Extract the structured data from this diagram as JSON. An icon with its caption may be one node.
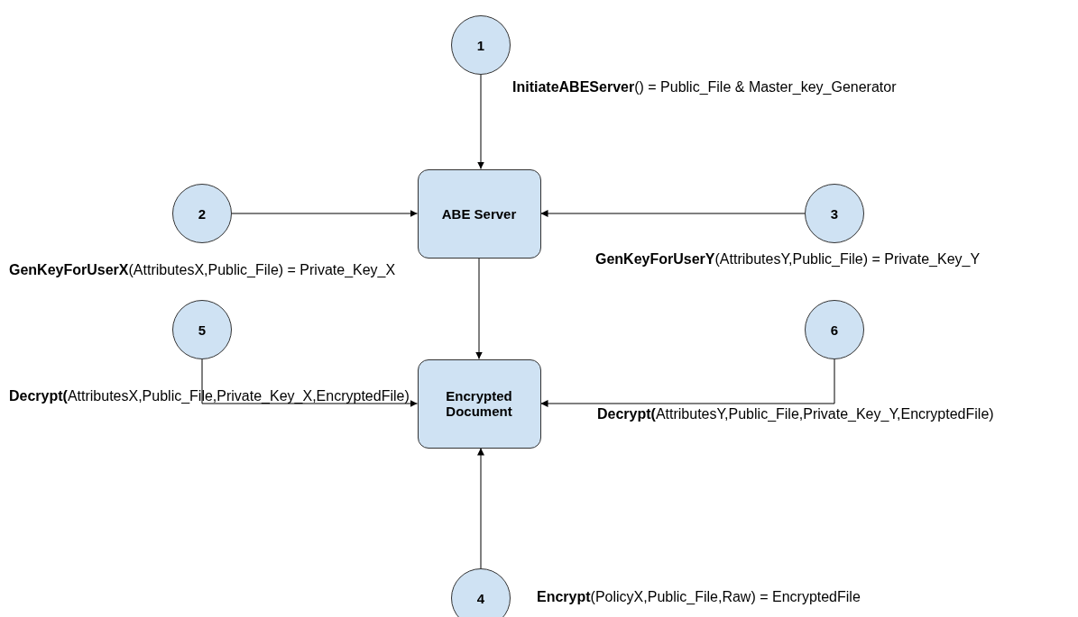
{
  "diagram": {
    "nodes": [
      {
        "text": [
          "1"
        ]
      },
      {
        "text": [
          "ABE Server"
        ]
      },
      {
        "text": [
          "2"
        ]
      },
      {
        "text": [
          "3"
        ]
      },
      {
        "text": [
          "5"
        ]
      },
      {
        "text": [
          "6"
        ]
      },
      {
        "text": [
          "Encrypted Document"
        ]
      },
      {
        "text": [
          "4"
        ]
      }
    ],
    "edges": [
      {
        "from": 0,
        "to": 1,
        "arrow": "to"
      },
      {
        "from": 2,
        "to": 1,
        "arrow": "to"
      },
      {
        "from": 3,
        "to": 1,
        "arrow": "to"
      },
      {
        "from": 1,
        "to": 6,
        "arrow": "to"
      },
      {
        "from": 4,
        "to": 6,
        "arrow": "to"
      },
      {
        "from": 5,
        "to": 6,
        "arrow": "to"
      },
      {
        "from": 7,
        "to": 6,
        "arrow": "to"
      }
    ],
    "labels": [
      "**InitiateABEServer**() = Public_File & Master_key_Generator",
      "**GenKeyForUserX**(AttributesX,Public_File) = Private_Key_X",
      "**GenKeyForUserY**(AttributesY,Public_File) = Private_Key_Y",
      "**Decrypt(**AttributesX,Public_File,Private_Key_X,EncryptedFile)",
      "**Decrypt(**AttributesY,Public_File,Private_Key_Y,EncryptedFile)",
      "**Encrypt**(PolicyX,Public_File,Raw) = EncryptedFile"
    ]
  }
}
